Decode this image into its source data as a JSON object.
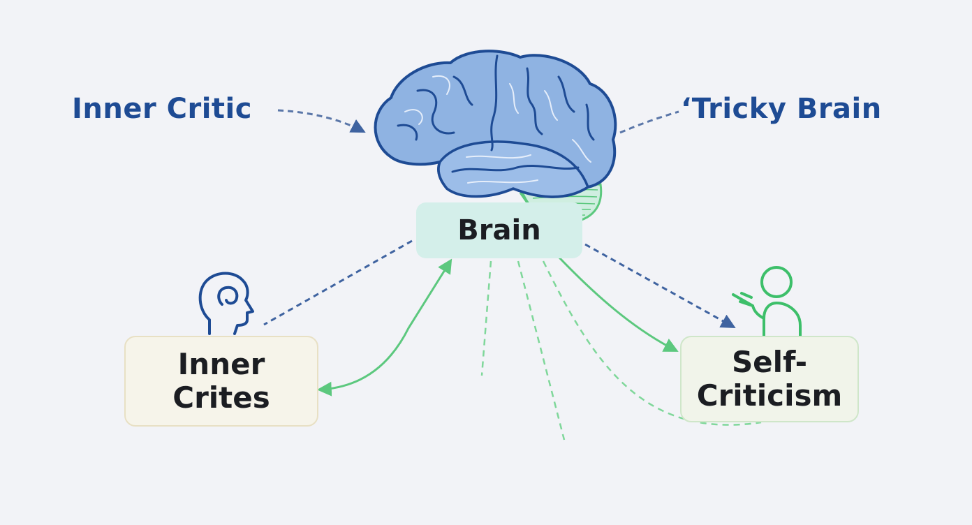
{
  "labels": {
    "inner_critic": "Inner Critic",
    "tricky_brain": "‘Tricky Brain",
    "brain": "Brain",
    "inner_box_line1": "Inner",
    "inner_box_line2": "Crites",
    "self_box_line1": "Self-",
    "self_box_line2": "Criticism"
  },
  "colors": {
    "brain_fill": "#8fb3e2",
    "brain_outline": "#1e4b94",
    "blue_text": "#1e4b94",
    "green": "#5cc87e",
    "blue_dashed": "#3f63a0"
  },
  "icons": [
    "brain-illustration",
    "head-profile-icon",
    "pointing-person-icon"
  ]
}
